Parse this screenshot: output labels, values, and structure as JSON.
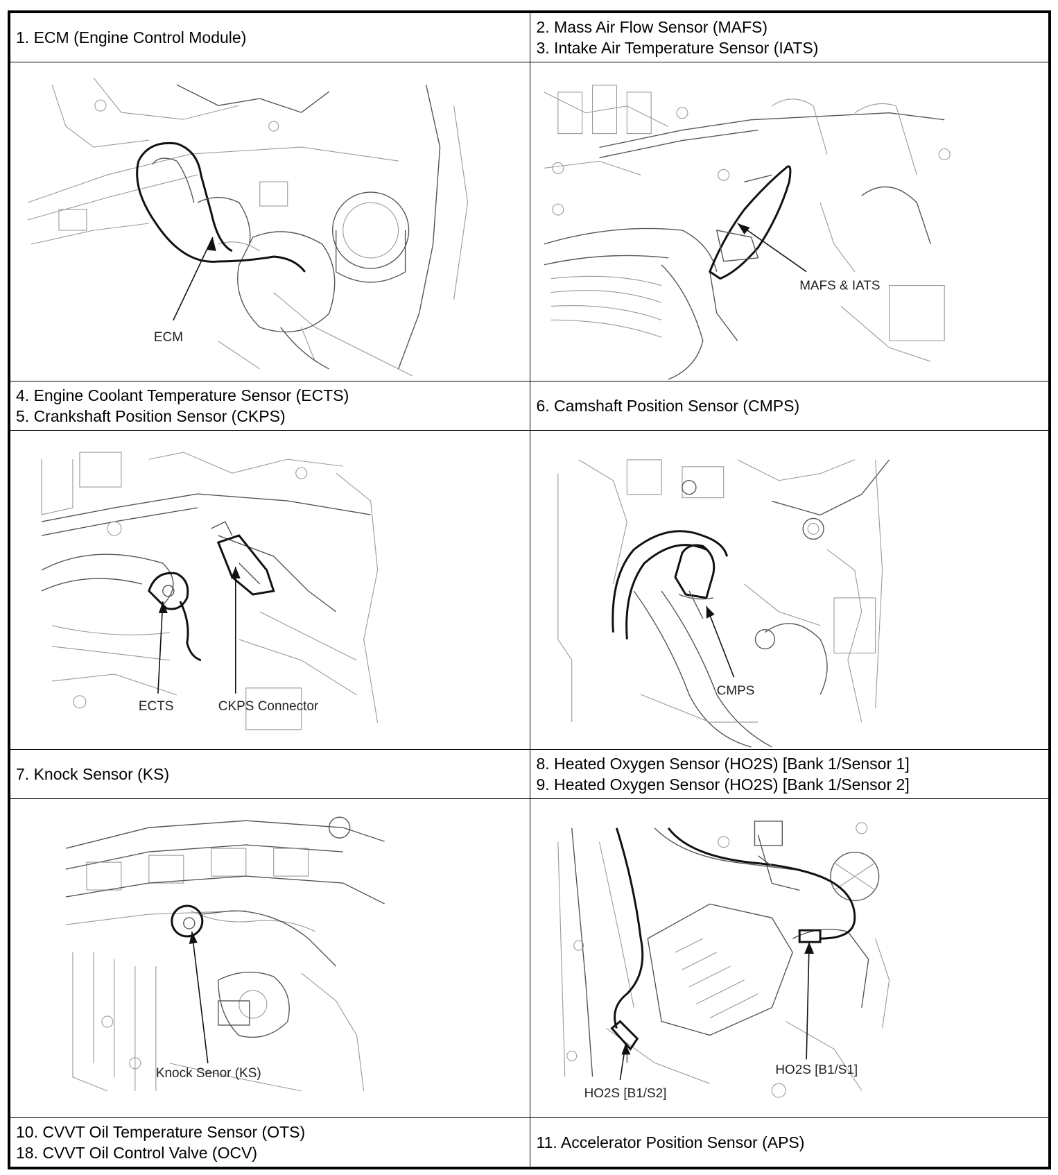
{
  "sections": [
    {
      "header_lines": [
        "1. ECM (Engine Control Module)"
      ],
      "callouts": [
        "ECM"
      ]
    },
    {
      "header_lines": [
        "2. Mass Air Flow Sensor (MAFS)",
        "3. Intake Air Temperature Sensor (IATS)"
      ],
      "callouts": [
        "MAFS & IATS"
      ]
    },
    {
      "header_lines": [
        "4. Engine Coolant Temperature Sensor (ECTS)",
        "5. Crankshaft Position Sensor (CKPS)"
      ],
      "callouts": [
        "ECTS",
        "CKPS Connector"
      ]
    },
    {
      "header_lines": [
        "6. Camshaft Position Sensor (CMPS)"
      ],
      "callouts": [
        "CMPS"
      ]
    },
    {
      "header_lines": [
        "7. Knock Sensor (KS)"
      ],
      "callouts": [
        "Knock Senor (KS)"
      ]
    },
    {
      "header_lines": [
        "8. Heated Oxygen Sensor (HO2S) [Bank 1/Sensor 1]",
        "9. Heated Oxygen Sensor (HO2S) [Bank 1/Sensor 2]"
      ],
      "callouts": [
        "HO2S [B1/S2]",
        "HO2S [B1/S1]"
      ]
    },
    {
      "header_lines": [
        "10. CVVT Oil Temperature Sensor (OTS)",
        "18. CVVT Oil Control Valve (OCV)"
      ],
      "callouts": []
    },
    {
      "header_lines": [
        "11. Accelerator Position Sensor (APS)"
      ],
      "callouts": []
    }
  ]
}
